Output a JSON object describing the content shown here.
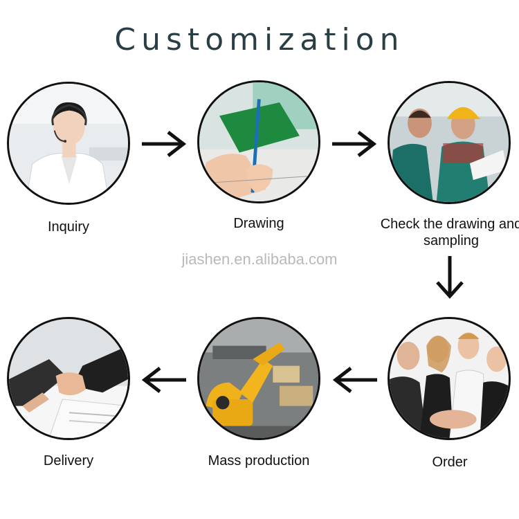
{
  "title": "Customization",
  "watermark": "jiashen.en.alibaba.com",
  "steps": [
    {
      "label": "Inquiry",
      "icon": "customer-service-photo"
    },
    {
      "label": "Drawing",
      "icon": "hand-drawing-photo"
    },
    {
      "label": "Check the drawing and sampling",
      "icon": "workers-checking-photo"
    },
    {
      "label": "Order",
      "icon": "team-hands-photo"
    },
    {
      "label": "Mass production",
      "icon": "robot-arms-factory-photo"
    },
    {
      "label": "Delivery",
      "icon": "handshake-contract-photo"
    }
  ],
  "colors": {
    "title": "#2a3e45",
    "watermark": "#b9b9b9",
    "arrow": "#111111"
  }
}
